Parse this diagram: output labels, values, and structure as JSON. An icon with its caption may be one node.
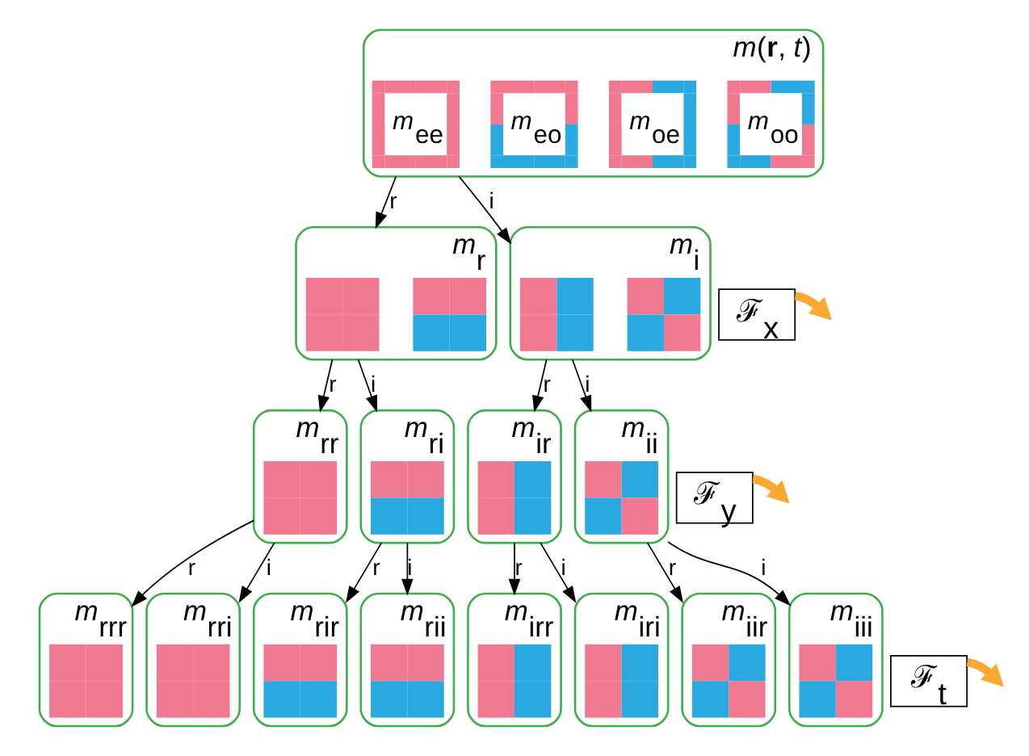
{
  "diagram": {
    "nodes": [
      {
        "text": [
          "*m*(**r**, *t*)"
        ]
      },
      {
        "text": [
          "*m*$_{ee}$"
        ],
        "in": 0
      },
      {
        "text": [
          "*m*$_{eo}$"
        ],
        "in": 0
      },
      {
        "text": [
          "*m*$_{oe}$"
        ],
        "in": 0
      },
      {
        "text": [
          "*m*$_{oo}$"
        ],
        "in": 0
      },
      {
        "text": [
          "ℱ$_{x}$"
        ]
      },
      {
        "text": [
          "*m*$_{r}$"
        ]
      },
      {
        "text": [],
        "shape": "box",
        "in": 6
      },
      {
        "text": [],
        "shape": "box",
        "in": 6
      },
      {
        "text": [
          "*m*$_{i}$"
        ]
      },
      {
        "text": [],
        "shape": "box",
        "in": 9
      },
      {
        "text": [],
        "shape": "box",
        "in": 9
      },
      {
        "text": [
          "ℱ$_{y}$"
        ]
      },
      {
        "text": [
          "*m*$_{rr}$"
        ]
      },
      {
        "text": [],
        "shape": "box",
        "in": 13
      },
      {
        "text": [
          "*m*$_{ri}$"
        ]
      },
      {
        "text": [],
        "shape": "box",
        "in": 15
      },
      {
        "text": [
          "*m*$_{ir}$"
        ]
      },
      {
        "text": [],
        "shape": "box",
        "in": 17
      },
      {
        "text": [
          "*m*$_{ii}$"
        ]
      },
      {
        "text": [],
        "shape": "box",
        "in": 19
      },
      {
        "text": [
          "ℱ$_{t}$"
        ]
      },
      {
        "text": [
          "*m*$_{rrr}$"
        ]
      },
      {
        "text": [],
        "shape": "box",
        "in": 22
      },
      {
        "text": [
          "*m*$_{rri}$"
        ]
      },
      {
        "text": [],
        "shape": "box",
        "in": 24
      },
      {
        "text": [
          "*m*$_{rir}$"
        ]
      },
      {
        "text": [],
        "shape": "box",
        "in": 26
      },
      {
        "text": [
          "*m*$_{rii}$"
        ]
      },
      {
        "text": [],
        "shape": "box",
        "in": 28
      },
      {
        "text": [
          "*m*$_{irr}$"
        ]
      },
      {
        "text": [],
        "shape": "box",
        "in": 30
      },
      {
        "text": [
          "*m*$_{iri}$"
        ]
      },
      {
        "text": [],
        "shape": "box",
        "in": 32
      },
      {
        "text": [
          "*m*$_{iir}$"
        ]
      },
      {
        "text": [],
        "shape": "box",
        "in": 34
      },
      {
        "text": [
          "*m*$_{iii}$"
        ]
      },
      {
        "text": [],
        "shape": "box",
        "in": 36
      }
    ],
    "edges": [
      {
        "from": 5,
        "to": null,
        "arrow": "to",
        "style": "thick",
        "color": "#f9a932"
      },
      {
        "from": 0,
        "to": 6,
        "arrow": "to",
        "label": "r"
      },
      {
        "from": 0,
        "to": 9,
        "arrow": "to",
        "label": "i"
      },
      {
        "from": 12,
        "to": null,
        "arrow": "to",
        "style": "thick",
        "color": "#f9a932"
      },
      {
        "from": 6,
        "to": 13,
        "arrow": "to",
        "label": "r"
      },
      {
        "from": 6,
        "to": 15,
        "arrow": "to",
        "label": "i"
      },
      {
        "from": 9,
        "to": 17,
        "arrow": "to",
        "label": "r"
      },
      {
        "from": 9,
        "to": 19,
        "arrow": "to",
        "label": "i"
      },
      {
        "from": 21,
        "to": null,
        "arrow": "to",
        "style": "thick",
        "color": "#f9a932"
      },
      {
        "from": 13,
        "to": 22,
        "arrow": "to",
        "label": "r"
      },
      {
        "from": 13,
        "to": 24,
        "arrow": "to",
        "label": "i"
      },
      {
        "from": 15,
        "to": 26,
        "arrow": "to",
        "label": "r"
      },
      {
        "from": 15,
        "to": 28,
        "arrow": "to",
        "label": "i"
      },
      {
        "from": 17,
        "to": 30,
        "arrow": "to",
        "label": "r"
      },
      {
        "from": 17,
        "to": 32,
        "arrow": "to",
        "label": "i"
      },
      {
        "from": 19,
        "to": 34,
        "arrow": "to",
        "label": "r"
      },
      {
        "from": 19,
        "to": 36,
        "arrow": "to",
        "label": "i"
      }
    ]
  }
}
